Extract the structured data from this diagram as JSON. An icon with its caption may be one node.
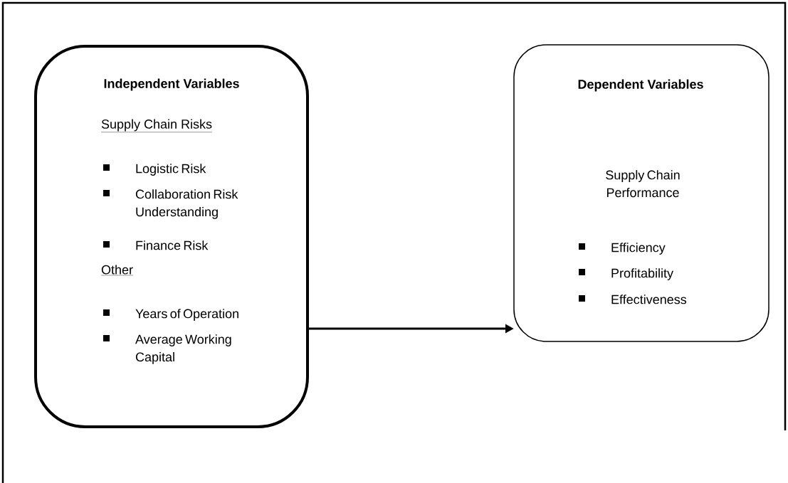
{
  "diagram": {
    "nodes": [
      {
        "text": [
          "Independent Variables",
          "Supply Chain Risks",
          "Logistic Risk",
          "Collaboration Risk Understanding",
          "Finance Risk",
          "Other",
          "Years of Operation",
          "Average Working Capital"
        ]
      },
      {
        "text": [
          "Dependent Variables",
          "Supply Chain Performance",
          "Efficiency",
          "Profitability",
          "Effectiveness"
        ]
      }
    ],
    "edges": [
      {
        "from": 0,
        "to": 1,
        "arrow": "to"
      }
    ]
  }
}
